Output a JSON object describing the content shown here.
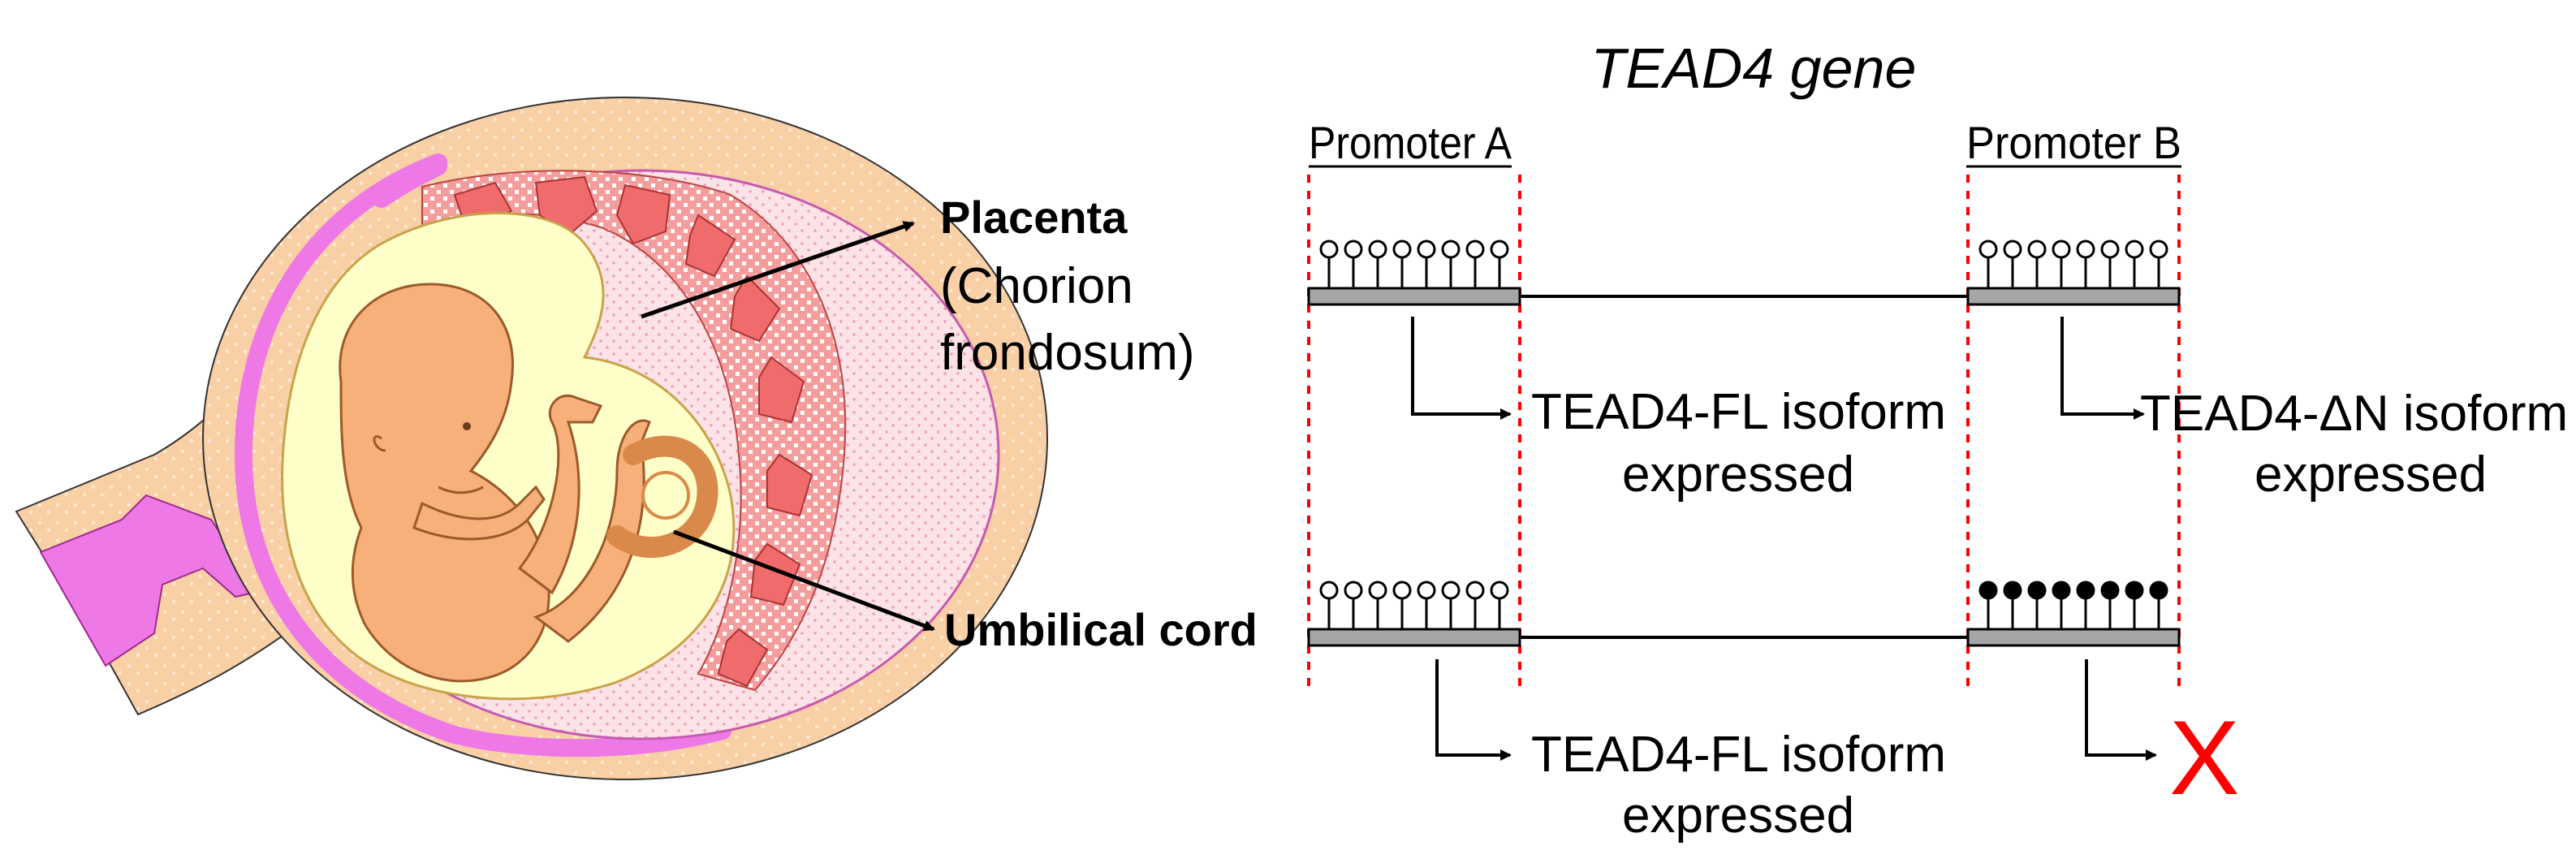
{
  "anatomy": {
    "placenta_label": "Placenta",
    "placenta_sub_1": "(Chorion",
    "placenta_sub_2": "frondosum)",
    "umbilical_label": "Umbilical cord"
  },
  "gene": {
    "title": "TEAD4 gene",
    "promoter_a": "Promoter A",
    "promoter_b": "Promoter B",
    "top_row": {
      "cpg_a": "unmethylated",
      "cpg_b": "unmethylated",
      "result_a_line1": "TEAD4-FL isoform",
      "result_a_line2": "expressed",
      "result_b_line1": "TEAD4-ΔN isoform",
      "result_b_line2": "expressed"
    },
    "bottom_row": {
      "cpg_a": "unmethylated",
      "cpg_b": "methylated",
      "result_a_line1": "TEAD4-FL isoform",
      "result_a_line2": "expressed",
      "result_b_mark": "X"
    }
  },
  "colors": {
    "uterus_wall": "#f9cfa5",
    "decidua_pink": "#ee78e6",
    "placenta_red": "#f06b6b",
    "amnion_yellow": "#fefec8",
    "fetus_skin": "#f7b07a",
    "dashed_guides": "#ff0000",
    "promoter_bar": "#a6a6a6",
    "x_mark": "#ff0000"
  }
}
